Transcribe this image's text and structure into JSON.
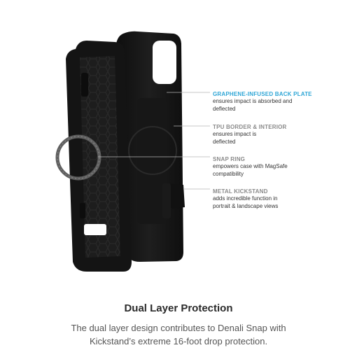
{
  "colors": {
    "accent": "#2fa6d6",
    "case_black": "#141414",
    "inner_texture": "#1f1f1f",
    "backplate": "#1a1a1a",
    "leader_line": "#b5b5b5",
    "snap_ring": "#5f5f5f"
  },
  "callouts": [
    {
      "heading": "GRAPHENE-INFUSED BACK PLATE",
      "desc": [
        "ensures impact is absorbed and",
        "deflected"
      ],
      "highlight": true
    },
    {
      "heading": "TPU BORDER & INTERIOR",
      "desc": [
        "ensures impact is",
        "deflected"
      ],
      "highlight": false
    },
    {
      "heading": "SNAP RING",
      "desc": [
        "empowers case with MagSafe",
        "compatibility"
      ],
      "highlight": false
    },
    {
      "heading": "METAL KICKSTAND",
      "desc": [
        "adds incredible function in",
        "portrait & landscape views"
      ],
      "highlight": false
    }
  ],
  "footer": {
    "title": "Dual Layer Protection",
    "desc": [
      "The dual layer design contributes to Denali Snap with",
      "Kickstand’s extreme 16-foot drop protection."
    ]
  }
}
